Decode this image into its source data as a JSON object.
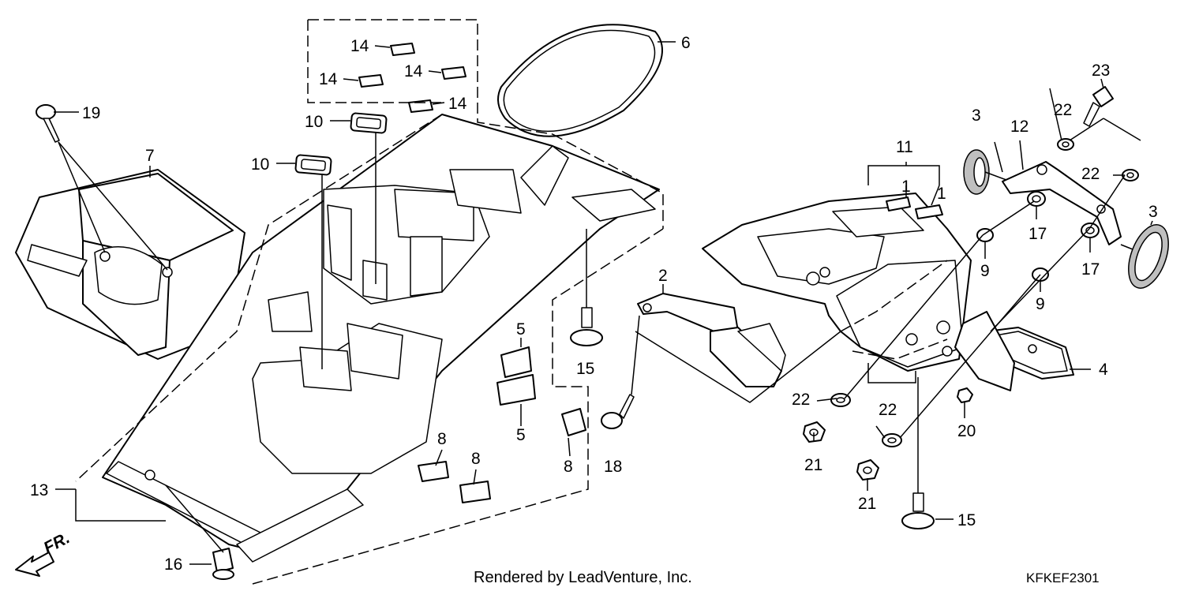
{
  "footer": {
    "rendered_by": "Rendered by LeadVenture, Inc.",
    "diagram_code": "KFKEF2301"
  },
  "direction": {
    "label": "FR."
  },
  "callouts": {
    "c1a": "1",
    "c1b": "1",
    "c2": "2",
    "c3a": "3",
    "c3b": "3",
    "c4": "4",
    "c5a": "5",
    "c5b": "5",
    "c6": "6",
    "c7": "7",
    "c8a": "8",
    "c8b": "8",
    "c8c": "8",
    "c9a": "9",
    "c9b": "9",
    "c10a": "10",
    "c10b": "10",
    "c11": "11",
    "c12": "12",
    "c13": "13",
    "c14a": "14",
    "c14b": "14",
    "c14c": "14",
    "c14d": "14",
    "c15a": "15",
    "c15b": "15",
    "c16": "16",
    "c17a": "17",
    "c17b": "17",
    "c18": "18",
    "c19": "19",
    "c20": "20",
    "c21a": "21",
    "c21b": "21",
    "c22a": "22",
    "c22b": "22",
    "c22c": "22",
    "c22d": "22",
    "c23": "23"
  }
}
